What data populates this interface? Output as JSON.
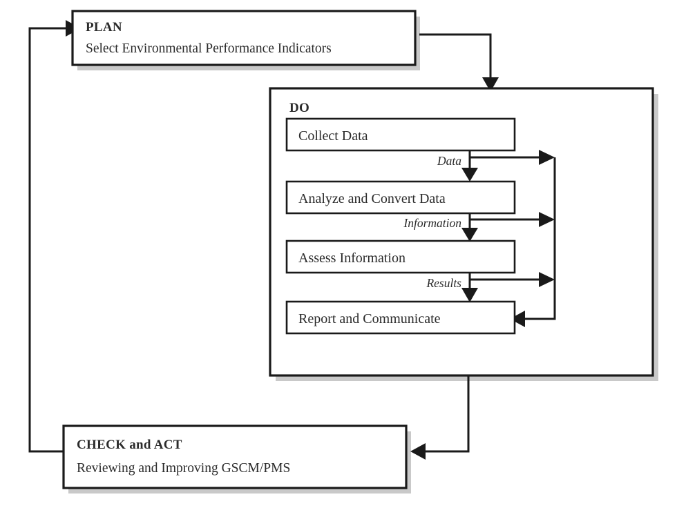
{
  "diagram": {
    "type": "flowchart",
    "title_visible": false,
    "background_color": "#ffffff",
    "line_color": "#1a1a1a",
    "shadow_color": "#c9c9c9",
    "box_fill": "#ffffff"
  },
  "plan": {
    "title": "PLAN",
    "subtitle": "Select Environmental Performance Indicators"
  },
  "do": {
    "title": "DO",
    "steps": [
      {
        "label": "Collect Data"
      },
      {
        "label": "Analyze and Convert Data"
      },
      {
        "label": "Assess Information"
      },
      {
        "label": "Report and Communicate"
      }
    ],
    "flow_labels": [
      {
        "label": "Data"
      },
      {
        "label": "Information"
      },
      {
        "label": "Results"
      }
    ]
  },
  "check_act": {
    "title": "CHECK and ACT",
    "subtitle": "Reviewing and Improving GSCM/PMS"
  },
  "connections": [
    {
      "name": "plan-to-do",
      "from": "PLAN",
      "to": "DO"
    },
    {
      "name": "do-to-check-act",
      "from": "DO",
      "to": "CHECK and ACT"
    },
    {
      "name": "check-act-to-plan",
      "from": "CHECK and ACT",
      "to": "PLAN"
    },
    {
      "name": "data-to-report",
      "from": "Collect Data",
      "to": "Report and Communicate",
      "label": "Data"
    },
    {
      "name": "information-to-report",
      "from": "Analyze and Convert Data",
      "to": "Report and Communicate",
      "label": "Information"
    },
    {
      "name": "results-to-report",
      "from": "Assess Information",
      "to": "Report and Communicate",
      "label": "Results"
    }
  ]
}
